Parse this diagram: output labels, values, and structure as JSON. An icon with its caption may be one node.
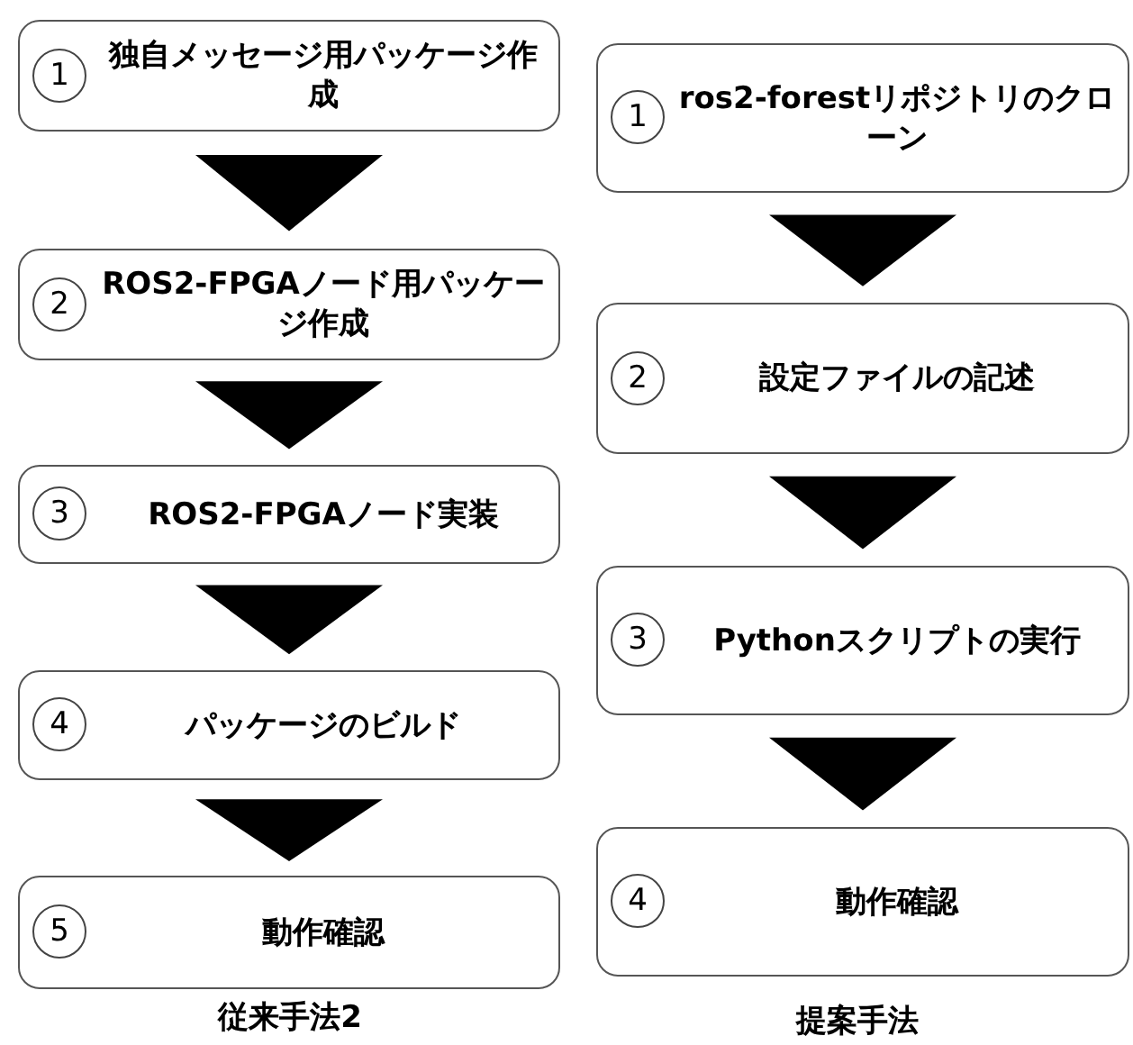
{
  "diagram": {
    "nodes": [
      {
        "text": [
          "1",
          "独自メッセージ用パッケージ作成"
        ]
      },
      {
        "text": [
          "2",
          "ROS2-FPGAノード用パッケージ作成"
        ]
      },
      {
        "text": [
          "3",
          "ROS2-FPGAノード実装"
        ]
      },
      {
        "text": [
          "4",
          "パッケージのビルド"
        ]
      },
      {
        "text": [
          "5",
          "動作確認"
        ]
      },
      {
        "text": [
          "1",
          "ros2-forestリポジトリのクローン"
        ]
      },
      {
        "text": [
          "2",
          "設定ファイルの記述"
        ]
      },
      {
        "text": [
          "3",
          "Pythonスクリプトの実行"
        ]
      },
      {
        "text": [
          "4",
          "動作確認"
        ]
      }
    ],
    "edges": [
      {
        "from": 0,
        "to": 1,
        "arrow": "to"
      },
      {
        "from": 1,
        "to": 2,
        "arrow": "to"
      },
      {
        "from": 2,
        "to": 3,
        "arrow": "to"
      },
      {
        "from": 3,
        "to": 4,
        "arrow": "to"
      },
      {
        "from": 5,
        "to": 6,
        "arrow": "to"
      },
      {
        "from": 6,
        "to": 7,
        "arrow": "to"
      },
      {
        "from": 7,
        "to": 8,
        "arrow": "to"
      }
    ],
    "labels": [
      "従来手法2",
      "提案手法"
    ]
  }
}
